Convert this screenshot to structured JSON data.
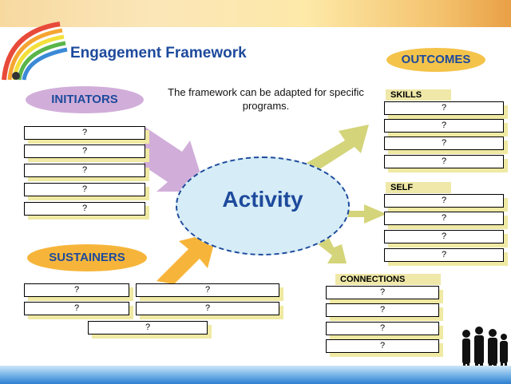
{
  "title": "Engagement Framework",
  "note": "The framework can be adapted for specific programs.",
  "center_label": "Activity",
  "initiators": {
    "label": "INITIATORS",
    "items": [
      "?",
      "?",
      "?",
      "?",
      "?"
    ]
  },
  "sustainers": {
    "label": "SUSTAINERS",
    "items": [
      "?",
      "?",
      "?",
      "?",
      "?"
    ]
  },
  "outcomes": {
    "label": "OUTCOMES",
    "groups": [
      {
        "label": "SKILLS",
        "items": [
          "?",
          "?",
          "?",
          "?"
        ]
      },
      {
        "label": "SELF",
        "items": [
          "?",
          "?",
          "?",
          "?"
        ]
      },
      {
        "label": "CONNECTIONS",
        "items": [
          "?",
          "?",
          "?",
          "?"
        ]
      }
    ]
  },
  "colors": {
    "title": "#1d4a9c",
    "initiators": "#d1aed9",
    "sustainers": "#f6b53a",
    "outcomes": "#f4c34a",
    "arrow_outcome": "#d4d47a",
    "activity_fill": "#d6ecf6"
  }
}
